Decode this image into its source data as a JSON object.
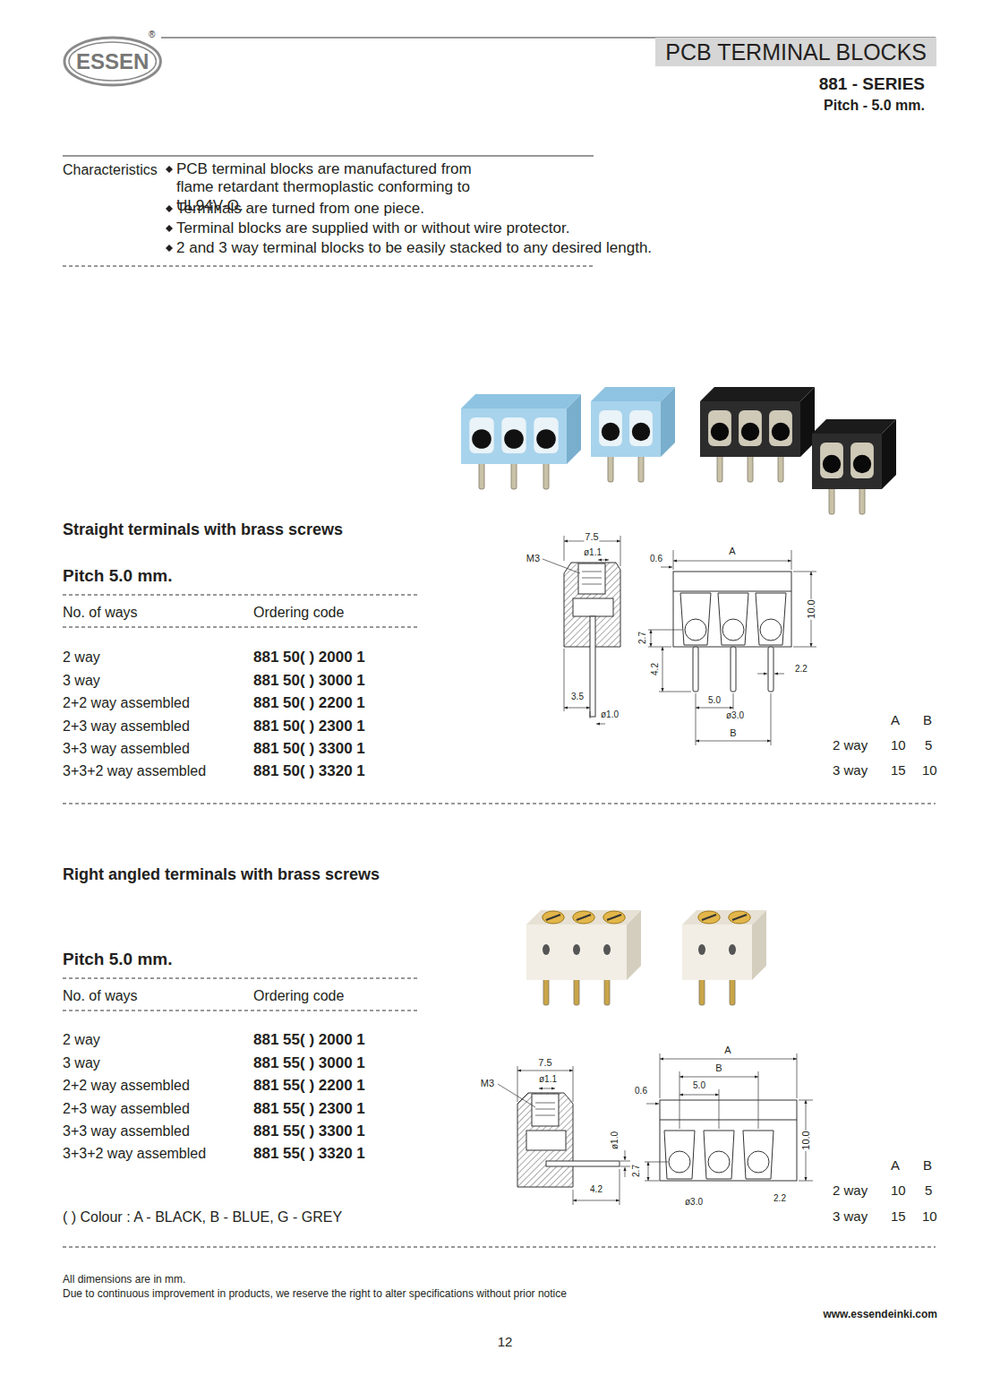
{
  "diagram": {
    "nodes": [
      {
        "text": [
          "ESSEN"
        ]
      },
      {
        "text": [
          "PCB TERMINAL BLOCKS"
        ]
      }
    ],
    "labels": [
      "®",
      "881 - SERIES",
      "Pitch - 5.0 mm.",
      "Characteristics",
      "PCB terminal blocks are manufactured from flame retardant thermoplastic conforming to UL94V-O.",
      "Terminals are turned from one piece.",
      "Terminal blocks are supplied with or without wire protector.",
      "2 and 3 way terminal blocks to be easily stacked to any desired length.",
      "Straight terminals with brass screws",
      "Pitch 5.0 mm.",
      "No. of ways",
      "Ordering code",
      "2 way",
      "881 50( ) 2000 1",
      "3 way",
      "881 50( ) 3000 1",
      "2+2 way assembled",
      "881 50( ) 2200 1",
      "2+3 way assembled",
      "881 50( ) 2300 1",
      "3+3 way assembled",
      "881 50( ) 3300 1",
      "3+3+2 way assembled",
      "881 50( ) 3320 1",
      "7.5",
      "ø1.1",
      "M3",
      "0.6",
      "A",
      "10.0",
      "2.7",
      "4.2",
      "2.2",
      "3.5",
      "ø1.0",
      "5.0",
      "ø3.0",
      "B",
      "A",
      "B",
      "2 way",
      "10",
      "5",
      "3 way",
      "15",
      "10",
      "Right angled terminals with brass screws",
      "Pitch 5.0 mm.",
      "No. of ways",
      "Ordering code",
      "2 way",
      "881 55( ) 2000 1",
      "3 way",
      "881 55( ) 3000 1",
      "2+2 way assembled",
      "881 55( ) 2200 1",
      "2+3 way assembled",
      "881 55( ) 2300 1",
      "3+3 way assembled",
      "881 55( ) 3300 1",
      "3+3+2 way assembled",
      "881 55( ) 3320 1",
      "7.5",
      "ø1.1",
      "M3",
      "ø1.0",
      "2.7",
      "4.2",
      "A",
      "B",
      "5.0",
      "0.6",
      "10.0",
      "ø3.0",
      "2.2",
      "A",
      "B",
      "2 way",
      "10",
      "5",
      "3 way",
      "15",
      "10",
      "( ) Colour : A - BLACK, B - BLUE, G - GREY",
      "All dimensions are in mm.",
      "Due to continuous improvement in products, we reserve the right to alter specifications without prior notice",
      "www.essendeinki.com",
      "12"
    ]
  }
}
